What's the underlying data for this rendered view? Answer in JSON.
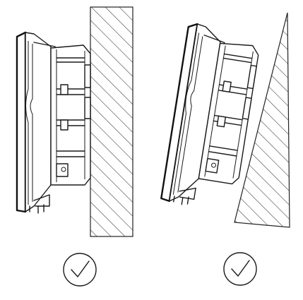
{
  "panels": [
    {
      "name": "vertical-wall-mounting",
      "status": "correct",
      "icon": "check-circle-icon"
    },
    {
      "name": "tilted-wall-mounting",
      "status": "correct",
      "icon": "check-circle-icon"
    }
  ],
  "colors": {
    "line": "#1a1a1a",
    "hatch": "#333333",
    "background": "#ffffff"
  }
}
